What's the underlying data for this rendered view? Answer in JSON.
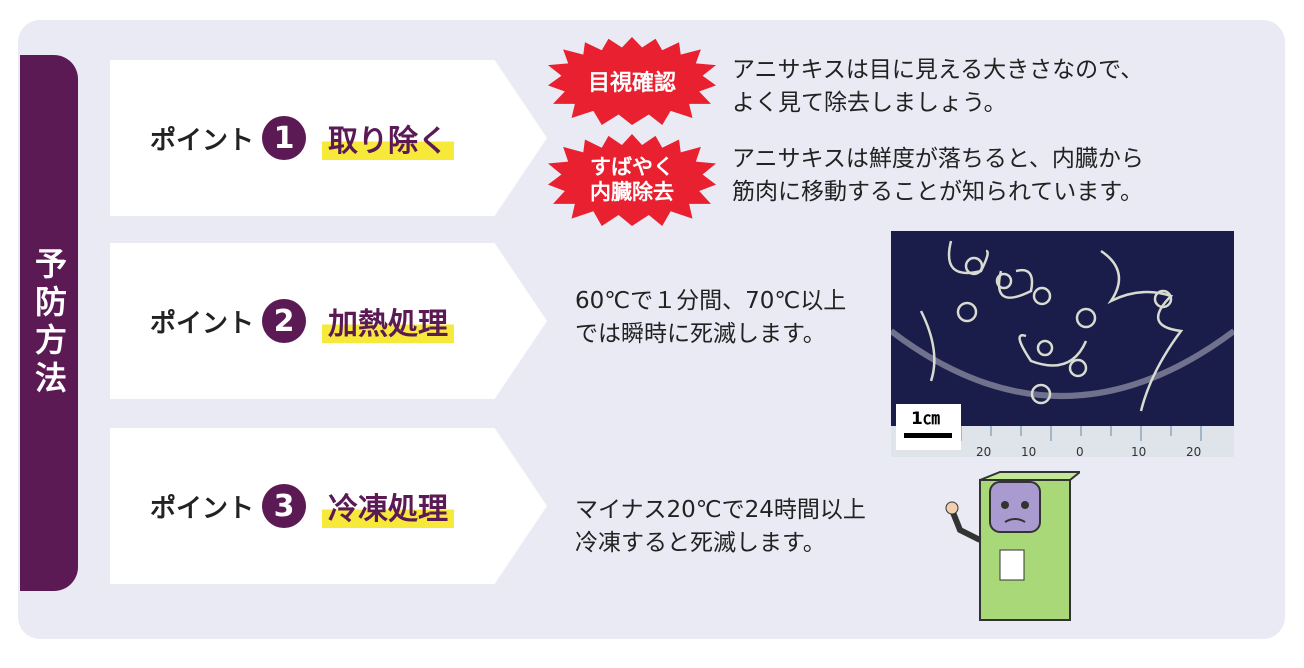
{
  "side_tab": "予防方法",
  "point_prefix": "ポイント",
  "points": [
    {
      "number": "1",
      "label": "取り除く"
    },
    {
      "number": "2",
      "label": "加熱処理"
    },
    {
      "number": "3",
      "label": "冷凍処理"
    }
  ],
  "point1_notes": [
    {
      "badge": "目視確認",
      "lines": [
        "アニサキスは目に見える大きさなので、",
        "よく見て除去しましょう。"
      ]
    },
    {
      "badge_lines": [
        "すばやく",
        "内臓除去"
      ],
      "lines": [
        "アニサキスは鮮度が落ちると、内臓から",
        "筋肉に移動することが知られています。"
      ]
    }
  ],
  "point2_text": [
    "60℃で１分間、70℃以上",
    "では瞬時に死滅します。"
  ],
  "point3_text": [
    "マイナス20℃で24時間以上",
    "冷凍すると死滅します。"
  ],
  "photo": {
    "scale_label": "1㎝",
    "ruler_labels": [
      "20",
      "10",
      "0",
      "10",
      "20"
    ]
  },
  "colors": {
    "purple": "#5c1a55",
    "highlight": "#f7e93a",
    "badge_red": "#e8202f",
    "panel": "#eaeaf4"
  }
}
